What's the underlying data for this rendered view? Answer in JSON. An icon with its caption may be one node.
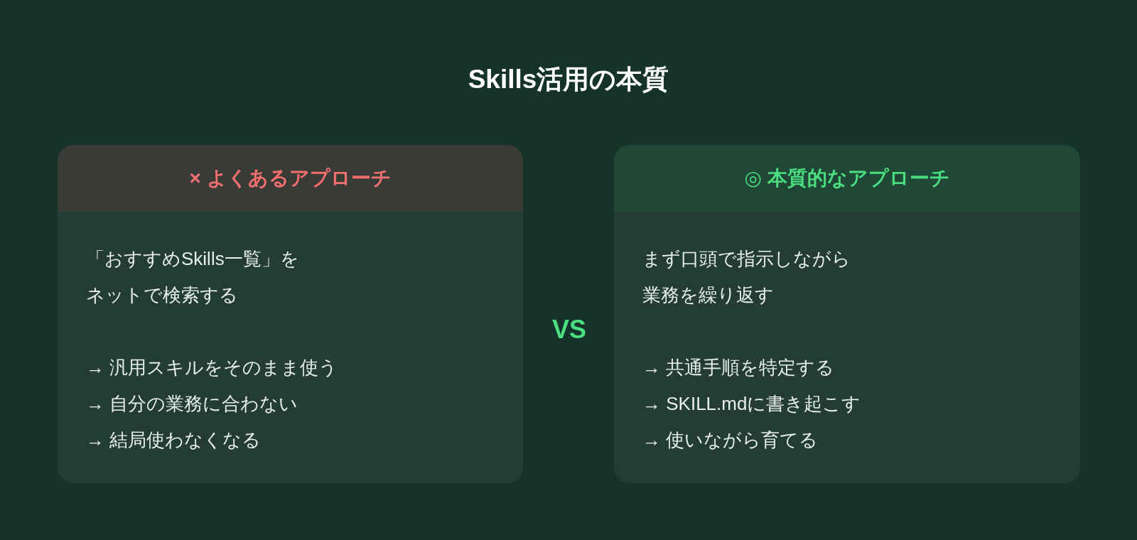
{
  "diagram": {
    "title": "Skills活用の本質",
    "nodes": [
      {
        "text": [
          "× よくあるアプローチ",
          "「おすすめSkills一覧」をネットで検索する",
          "→ 汎用スキルをそのまま使う",
          "→ 自分の業務に合わない",
          "→ 結局使わなくなる"
        ]
      },
      {
        "text": [
          "◎ 本質的なアプローチ",
          "まず口頭で指示しながら業務を繰り返す",
          "→ 共通手順を特定する",
          "→ SKILL.mdに書き起こす",
          "→ 使いながら育てる"
        ]
      }
    ],
    "labels": [
      "VS"
    ]
  }
}
